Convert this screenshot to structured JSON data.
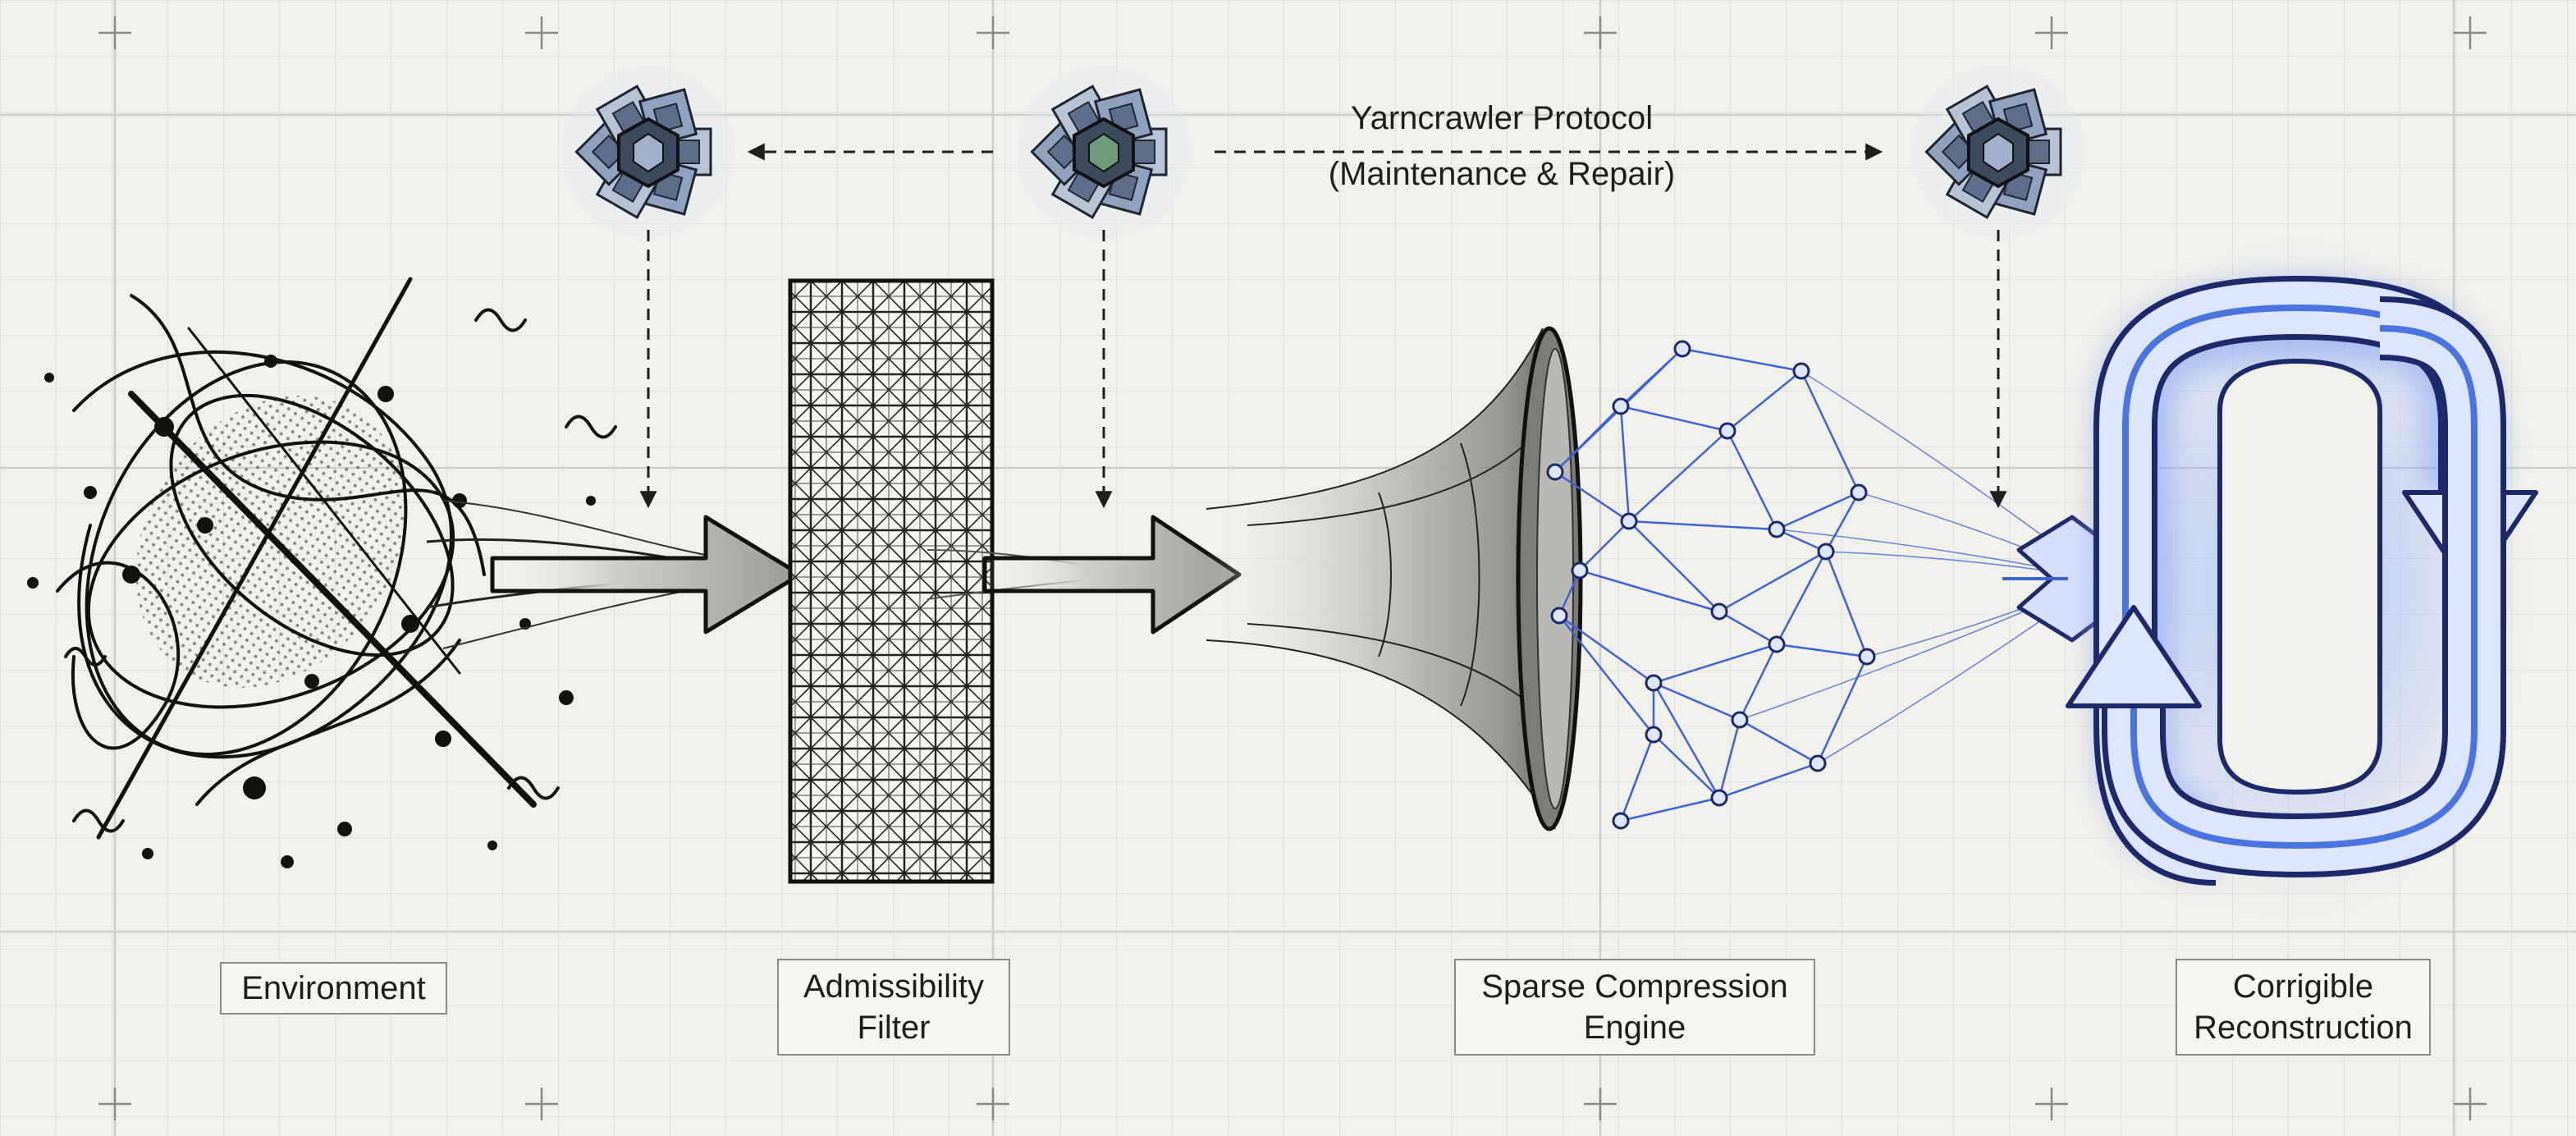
{
  "protocol": {
    "title": "Yarncrawler Protocol",
    "subtitle": "(Maintenance & Repair)"
  },
  "stages": [
    {
      "id": "environment",
      "label": "Environment"
    },
    {
      "id": "admissibility-filter",
      "label": "Admissibility\nFilter"
    },
    {
      "id": "sparse-compression-engine",
      "label": "Sparse Compression\nEngine"
    },
    {
      "id": "corrigible-reconstruction",
      "label": "Corrigible\nReconstruction"
    }
  ],
  "crawler_nodes": [
    {
      "name": "crawler-node-left"
    },
    {
      "name": "crawler-node-center"
    },
    {
      "name": "crawler-node-right"
    }
  ],
  "colors": {
    "background": "#f1f0ea",
    "ink": "#1e1e1e",
    "grid": "#d6d5cf",
    "accent_blue": "#3a64d8",
    "loop_blue": "#8aa9f0"
  },
  "icons": [
    "noise-cloud-icon",
    "mesh-filter-icon",
    "funnel-icon",
    "node-network-icon",
    "cycle-loop-icon",
    "cube-crawler-icon"
  ]
}
